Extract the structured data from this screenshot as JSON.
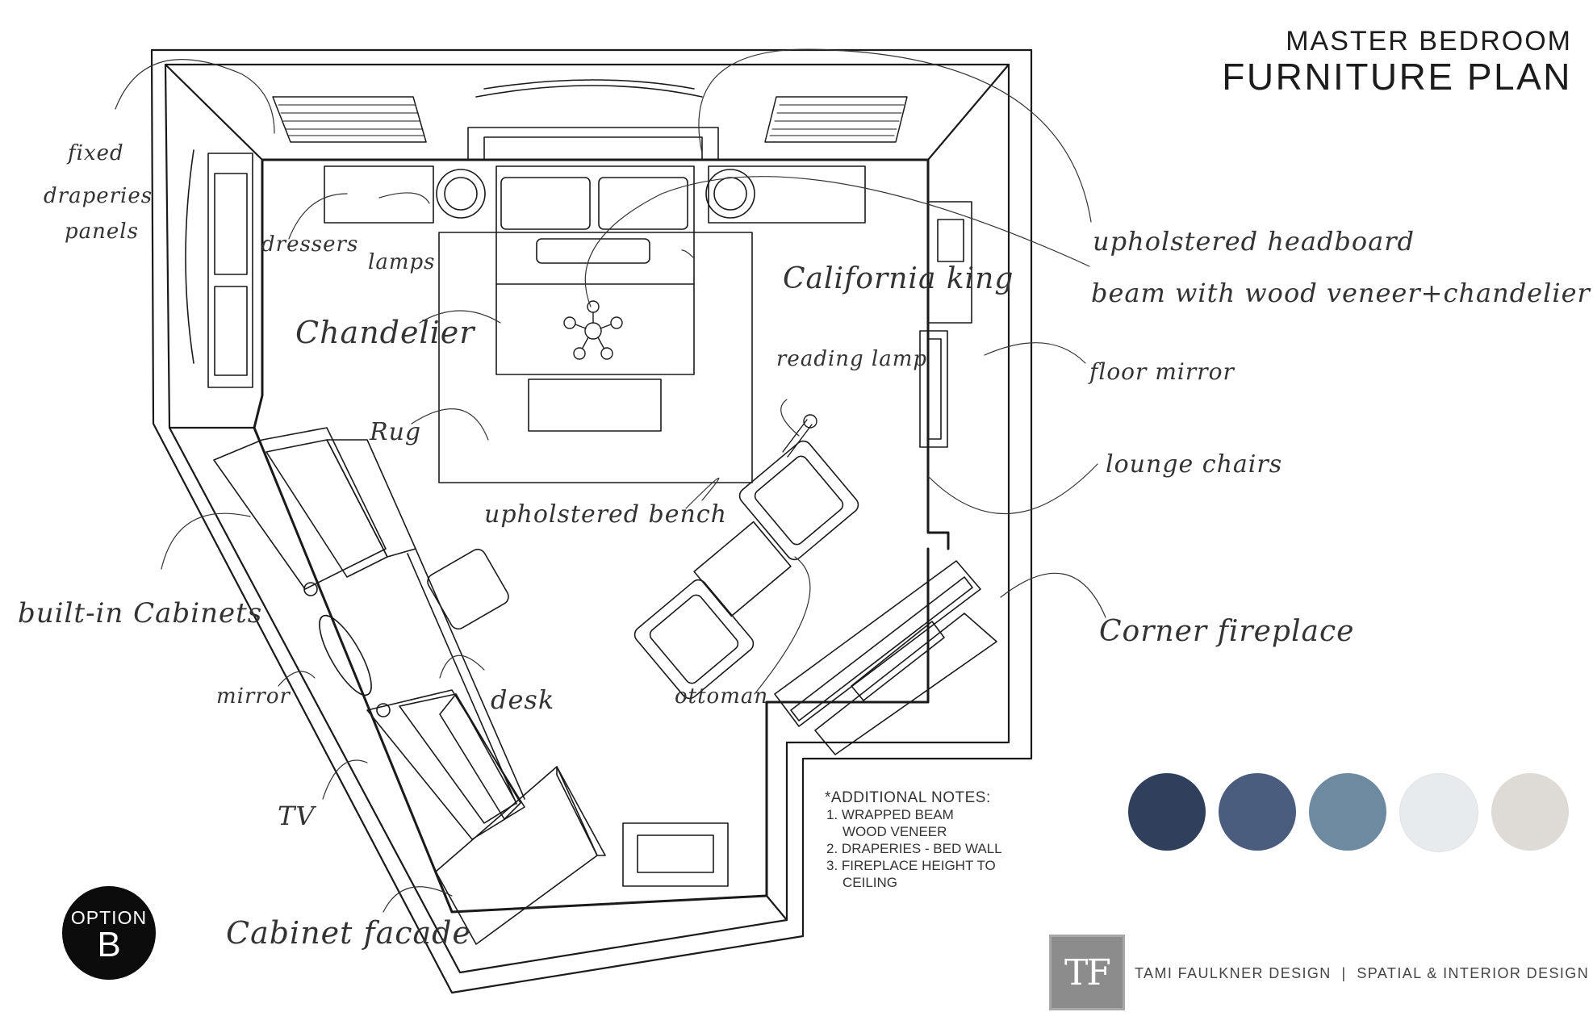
{
  "title": {
    "line1": "MASTER BEDROOM",
    "line2": "FURNITURE PLAN"
  },
  "annotations": {
    "fixed_draperies_1": "fixed",
    "fixed_draperies_2": "draperies",
    "fixed_draperies_3": "panels",
    "dressers": "dressers",
    "lamps": "lamps",
    "chandelier": "Chandelier",
    "california_king": "California king",
    "upholstered_headboard": "upholstered headboard",
    "beam": "beam with wood veneer+chandelier",
    "reading_lamp": "reading lamp",
    "floor_mirror": "floor mirror",
    "rug": "Rug",
    "lounge_chairs": "lounge chairs",
    "upholstered_bench": "upholstered bench",
    "built_in_cabinets": "built-in Cabinets",
    "corner_fireplace": "Corner fireplace",
    "mirror": "mirror",
    "desk": "desk",
    "ottoman": "ottoman",
    "tv": "TV",
    "cabinet_facade": "Cabinet facade"
  },
  "notes": {
    "title": "*ADDITIONAL NOTES:",
    "items": [
      {
        "num": "1.",
        "line1": "WRAPPED BEAM",
        "line2": "WOOD VENEER"
      },
      {
        "num": "2.",
        "line1": "DRAPERIES - BED WALL",
        "line2": ""
      },
      {
        "num": "3.",
        "line1": "FIREPLACE HEIGHT TO",
        "line2": "CEILING"
      }
    ]
  },
  "palette": [
    "#2f3f5c",
    "#4a5d7f",
    "#6d8aa1",
    "#e8ebee",
    "#dedbd6"
  ],
  "option_badge": {
    "label": "OPTION",
    "letter": "B"
  },
  "logo": {
    "monogram": "TF"
  },
  "tagline": "TAMI FAULKNER DESIGN  |  SPATIAL & INTERIOR DESIGN"
}
